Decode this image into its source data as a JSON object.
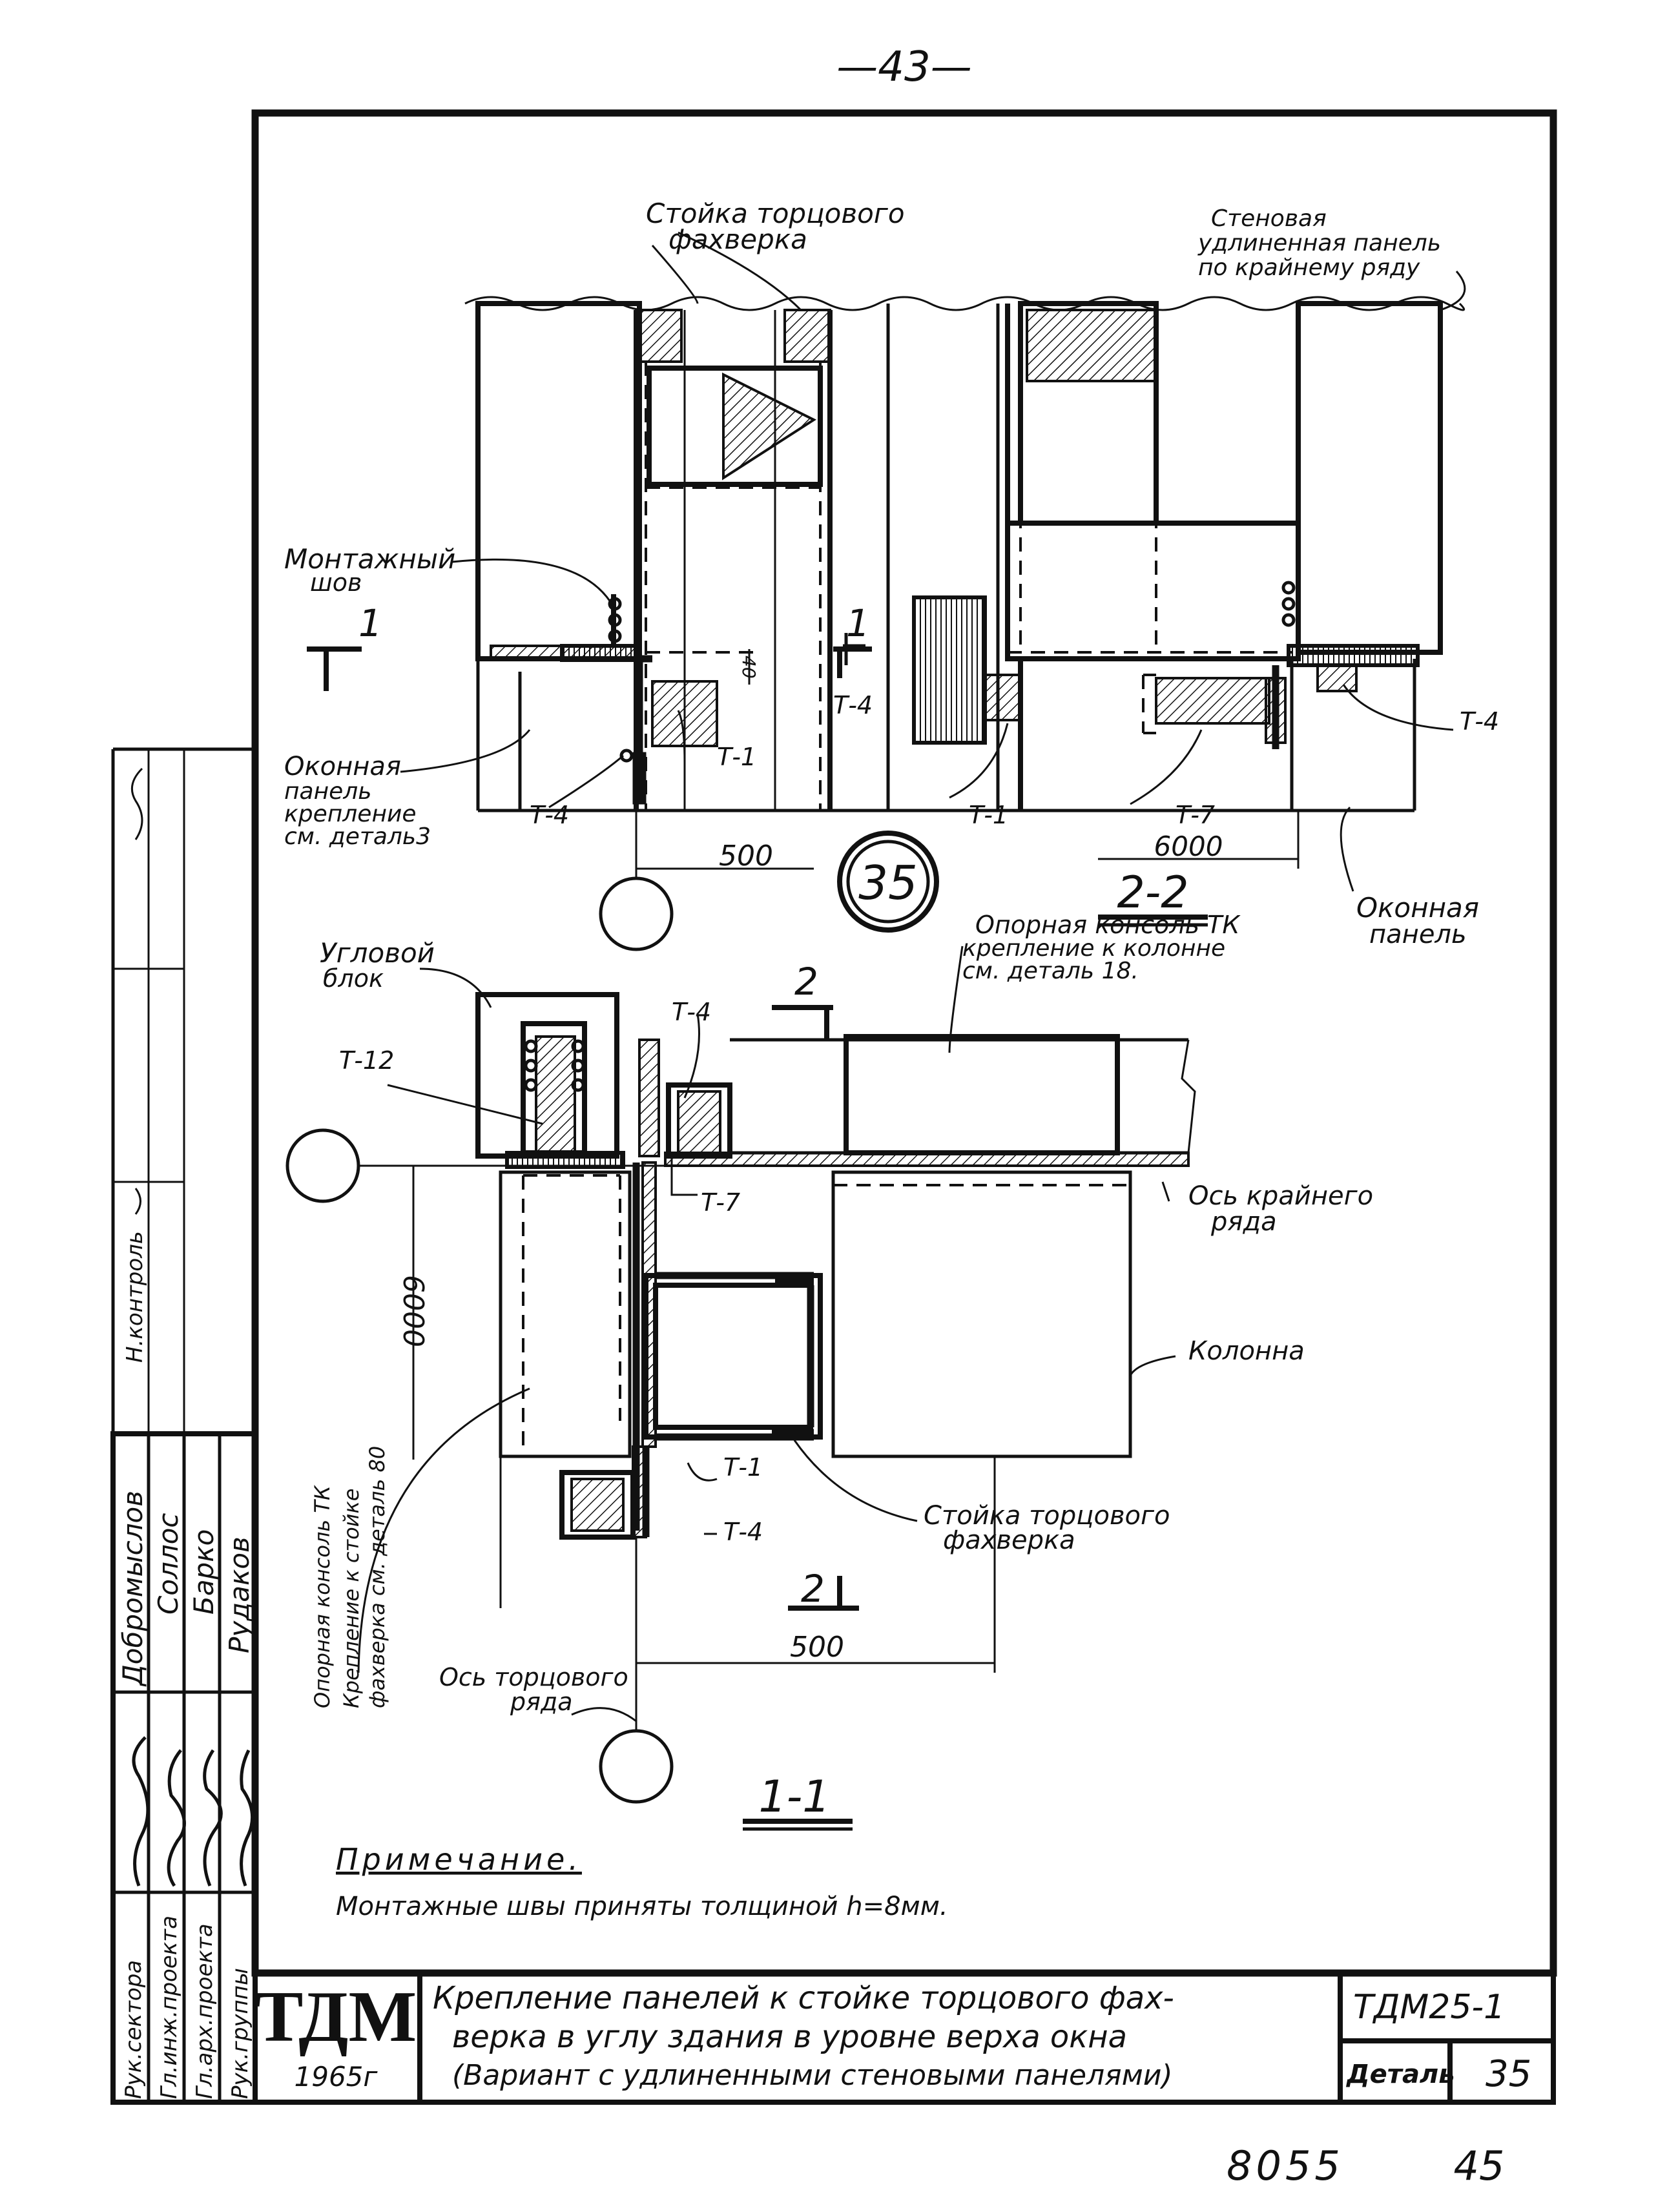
{
  "page_number": "—43—",
  "circle_number": "35",
  "callouts": {
    "post_top": [
      "Стойка торцового",
      "фахверка"
    ],
    "wall_panel": [
      "Стеновая",
      "удлиненная панель",
      "по крайнему ряду"
    ],
    "mount_seam": [
      "Монтажный",
      "шов"
    ],
    "window_panel_left": [
      "Оконная",
      "панель",
      "крепление",
      "см. деталь3"
    ],
    "window_panel_right": [
      "Оконная",
      "панель"
    ],
    "support_console_top": [
      "Опорная консоль ТК",
      "крепление к колонне",
      "см. деталь 18."
    ],
    "corner_block": [
      "Угловой",
      "блок"
    ],
    "outer_row_axis": [
      "Ось крайнего",
      "ряда"
    ],
    "column": "Колонна",
    "post_bottom": [
      "Стойка торцового",
      "фахверка"
    ],
    "support_console_rotated": [
      "Опорная консоль ТК",
      "Крепление к стойке",
      "фахверка см. деталь 80"
    ],
    "end_row_axis": [
      "Ось торцового",
      "ряда"
    ]
  },
  "marks": {
    "t4": "Т-4",
    "t1": "Т-1",
    "t7": "Т-7",
    "t12": "Т-12",
    "one": "1",
    "two": "2"
  },
  "dimensions": {
    "d40": "40",
    "d500": "500",
    "d6000": "6000"
  },
  "section_titles": {
    "s22": "2-2",
    "s11": "1-1"
  },
  "note": {
    "heading": "Примечание.",
    "text": "Монтажные швы приняты толщиной h=8мм."
  },
  "title_block": {
    "logo": "ТДМ",
    "year": "1965г",
    "title_lines": [
      "Крепление панелей к стойке торцового фах-",
      "верка в углу здания в уровне верха окна",
      "(Вариант с удлиненными стеновыми панелями)"
    ],
    "code": "ТДМ25-1",
    "detail_label": "Деталь",
    "detail_number": "35"
  },
  "side_stamp": {
    "roles": [
      "Рук.сектора",
      "Гл.инж.проекта",
      "Гл.арх.проекта",
      "Рук.группы"
    ],
    "names": [
      "Добромыслов",
      "Соллос",
      "Барко",
      "Рудаков"
    ],
    "top_label": "Н.контроль"
  },
  "footer": {
    "sheet_code": "8055",
    "sheet_number": "45"
  }
}
